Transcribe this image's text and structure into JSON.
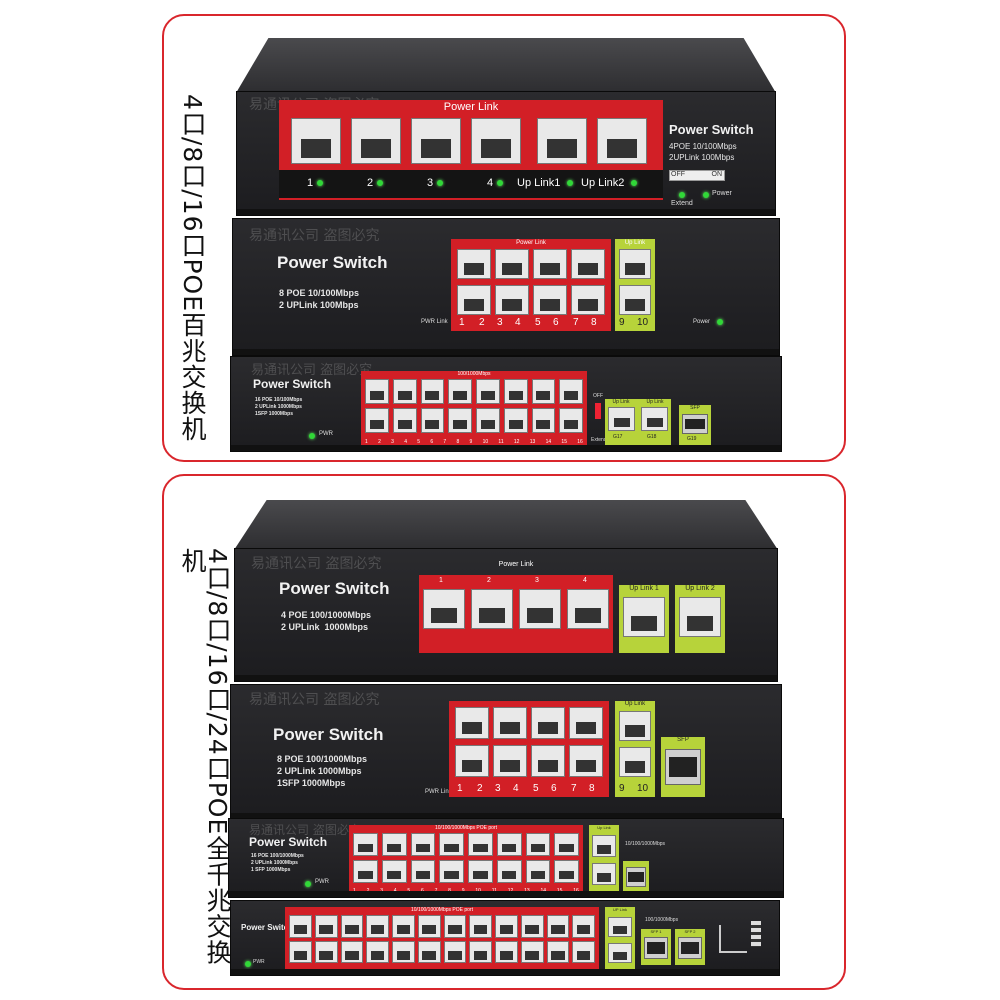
{
  "panels": {
    "top_label": "4口/8口/16口POE百兆交换机",
    "bottom_label": "4口/8口/16口/24口POE全千兆交换机"
  },
  "watermark": "易通讯公司 盗图必究",
  "switch_a": {
    "header": "Power Link",
    "brand": "Power Switch",
    "spec": "4POE 10/100Mbps\n2UPLink 100Mbps",
    "ports": [
      "1",
      "2",
      "3",
      "4"
    ],
    "uplinks": [
      "Up Link1",
      "Up Link2"
    ],
    "off": "OFF",
    "on": "ON",
    "extend": "Extend",
    "power": "Power"
  },
  "switch_b": {
    "header": "Power Link",
    "up_header": "Up Link",
    "brand": "Power Switch",
    "spec": "8 POE 10/100Mbps\n2 UPLink 100Mbps",
    "pwr": "PWR Link",
    "ports": [
      "1",
      "2",
      "3",
      "4",
      "5",
      "6",
      "7",
      "8"
    ],
    "uplinks": [
      "9",
      "10"
    ],
    "power": "Power"
  },
  "switch_c": {
    "header": "100/1000Mbps",
    "brand": "Power Switch",
    "spec": "16 POE 10/100Mbps\n2 UPLink 1000Mbps\n1SFP 1000Mbps",
    "pwr": "PWR",
    "ports": [
      "1",
      "2",
      "3",
      "4",
      "5",
      "6",
      "7",
      "8",
      "9",
      "10",
      "11",
      "12",
      "13",
      "14",
      "15",
      "16"
    ],
    "uplink_header": "Up Link",
    "uplinks": [
      "G17",
      "G18"
    ],
    "sfp_header": "SFP",
    "sfp": "G19",
    "off": "OFF",
    "extend": "Extend"
  },
  "switch_d": {
    "header": "Power  Link",
    "brand": "Power Switch",
    "spec": "4 POE 100/1000Mbps\n2 UPLink  1000Mbps",
    "ports": [
      "1",
      "2",
      "3",
      "4"
    ],
    "uplinks": [
      "Up Link 1",
      "Up Link 2"
    ]
  },
  "switch_e": {
    "brand": "Power Switch",
    "spec": "8 POE 100/1000Mbps\n2 UPLink 1000Mbps\n1SFP 1000Mbps",
    "pwr": "PWR Link",
    "up_header": "Up Link",
    "sfp_header": "SFP",
    "ports": [
      "1",
      "2",
      "3",
      "4",
      "5",
      "6",
      "7",
      "8"
    ],
    "uplinks": [
      "9",
      "10"
    ]
  },
  "switch_f": {
    "header": "10/100/1000Mbps POE port",
    "brand": "Power Switch",
    "spec": "16 POE 100/1000Mbps\n2 UPLink 1000Mbps\n1 SFP 1000Mbps",
    "pwr": "PWR",
    "up_header": "Up Link",
    "speed": "10/100/1000Mbps",
    "ports": [
      "1",
      "2",
      "3",
      "4",
      "5",
      "6",
      "7",
      "8",
      "9",
      "10",
      "11",
      "12",
      "13",
      "14",
      "15",
      "16"
    ]
  },
  "switch_g": {
    "header": "10/100/1000Mbps POE port",
    "brand": "Power Switch",
    "pwr": "PWR",
    "up_header": "UP Link",
    "speed": "100/1000Mbps",
    "sfp": [
      "SFP 1",
      "SFP 2"
    ]
  }
}
